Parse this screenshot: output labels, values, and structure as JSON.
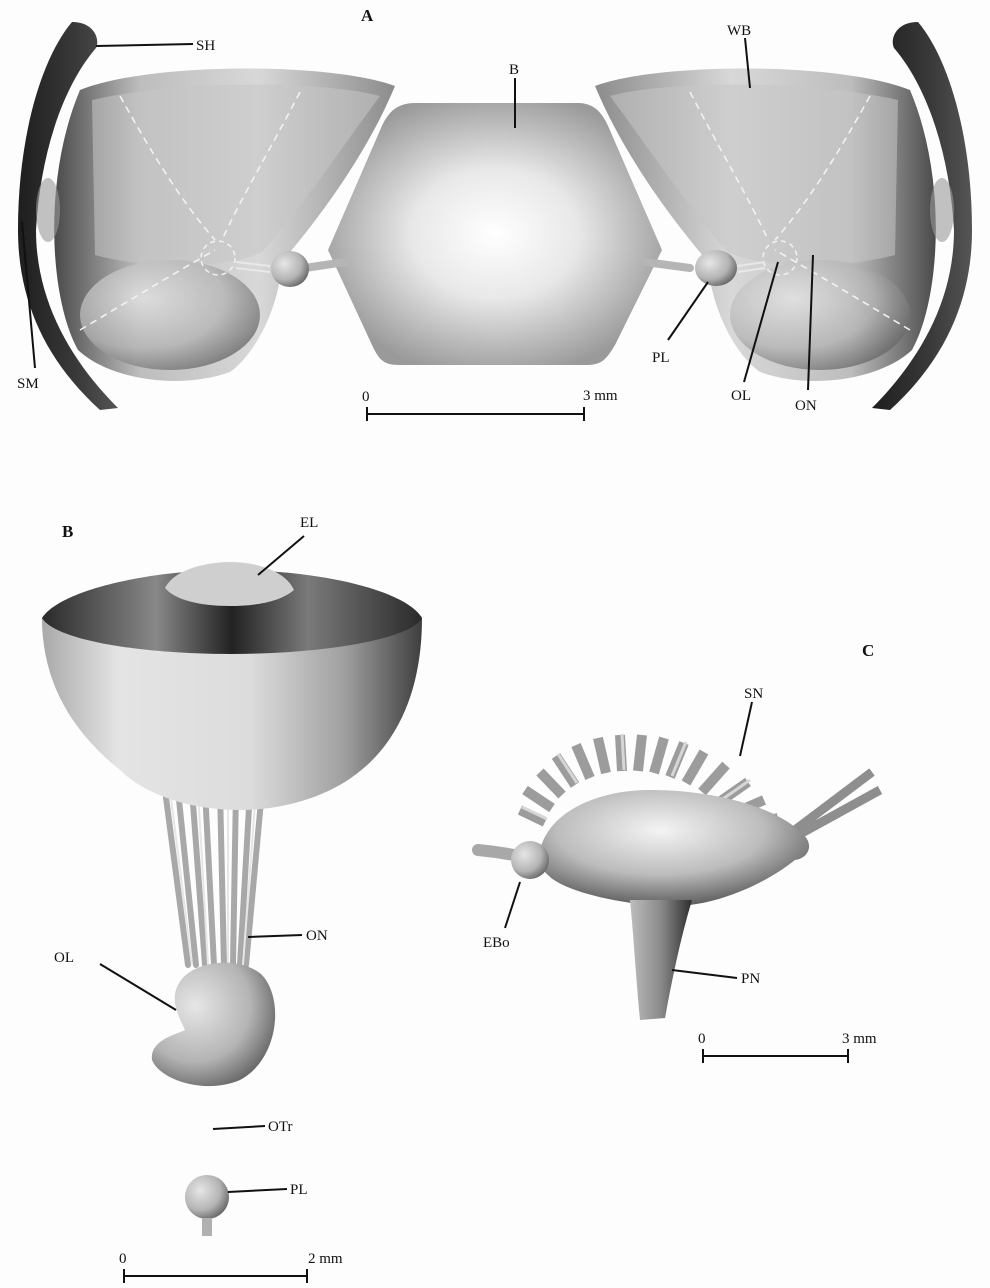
{
  "panels": {
    "a": "A",
    "b": "B",
    "c": "C"
  },
  "panel_a": {
    "labels": {
      "sh": "SH",
      "wb": "WB",
      "b": "B",
      "sm": "SM",
      "pl": "PL",
      "ol": "OL",
      "on": "ON"
    },
    "scale": {
      "start": "0",
      "end": "3 mm"
    }
  },
  "panel_b": {
    "labels": {
      "el": "EL",
      "on": "ON",
      "ol": "OL",
      "otr": "OTr",
      "pl": "PL"
    },
    "scale": {
      "start": "0",
      "end": "2 mm"
    }
  },
  "panel_c": {
    "labels": {
      "sn": "SN",
      "ebo": "EBo",
      "pn": "PN"
    },
    "scale": {
      "start": "0",
      "end": "3 mm"
    }
  }
}
